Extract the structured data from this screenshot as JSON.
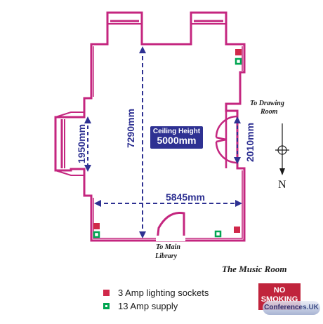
{
  "room_title": "The Music Room",
  "ceiling": {
    "label": "Ceiling Height",
    "value": "5000mm"
  },
  "dimensions": {
    "length": "7290mm",
    "width": "5845mm",
    "bay_left": "1950mm",
    "bay_right": "2010mm"
  },
  "doors": {
    "drawing_room_line1": "To Drawing",
    "drawing_room_line2": "Room",
    "main_library_line1": "To Main",
    "main_library_line2": "Library"
  },
  "compass": {
    "label": "N"
  },
  "legend": {
    "lighting": "3 Amp lighting sockets",
    "supply": "13 Amp supply"
  },
  "sign": {
    "line1": "NO",
    "line2": "SMOKING"
  },
  "watermark": "Conferences.UK",
  "colors": {
    "wall": "#c4267f",
    "dimension": "#2e3192",
    "lighting_socket": "#d0284a",
    "supply_socket": "#00a651"
  }
}
